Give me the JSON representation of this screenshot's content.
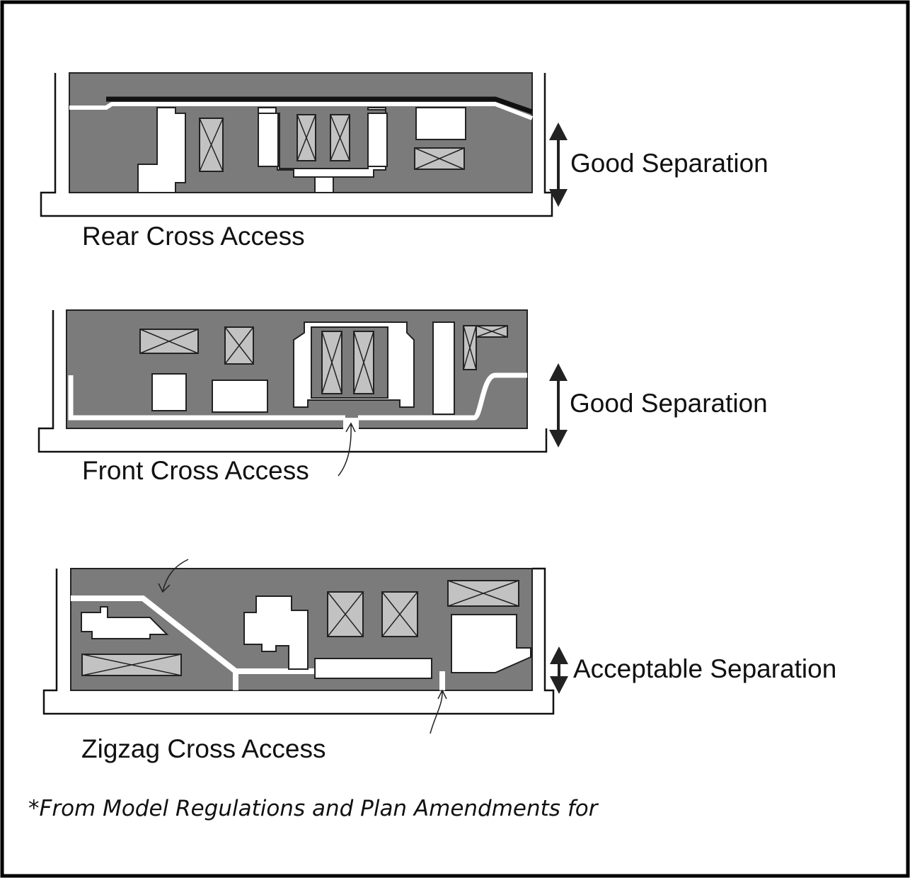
{
  "diagrams": [
    {
      "title": "Rear Cross Access",
      "separation": "Good Separation"
    },
    {
      "title": "Front Cross Access",
      "separation": "Good Separation"
    },
    {
      "title": "Zigzag Cross Access",
      "separation": "Acceptable Separation"
    }
  ],
  "footnote": "*From Model Regulations and Plan Amendments for",
  "colors": {
    "lot": "#7b7b7b",
    "building": "#c2c2c2",
    "road": "#ffffff"
  }
}
